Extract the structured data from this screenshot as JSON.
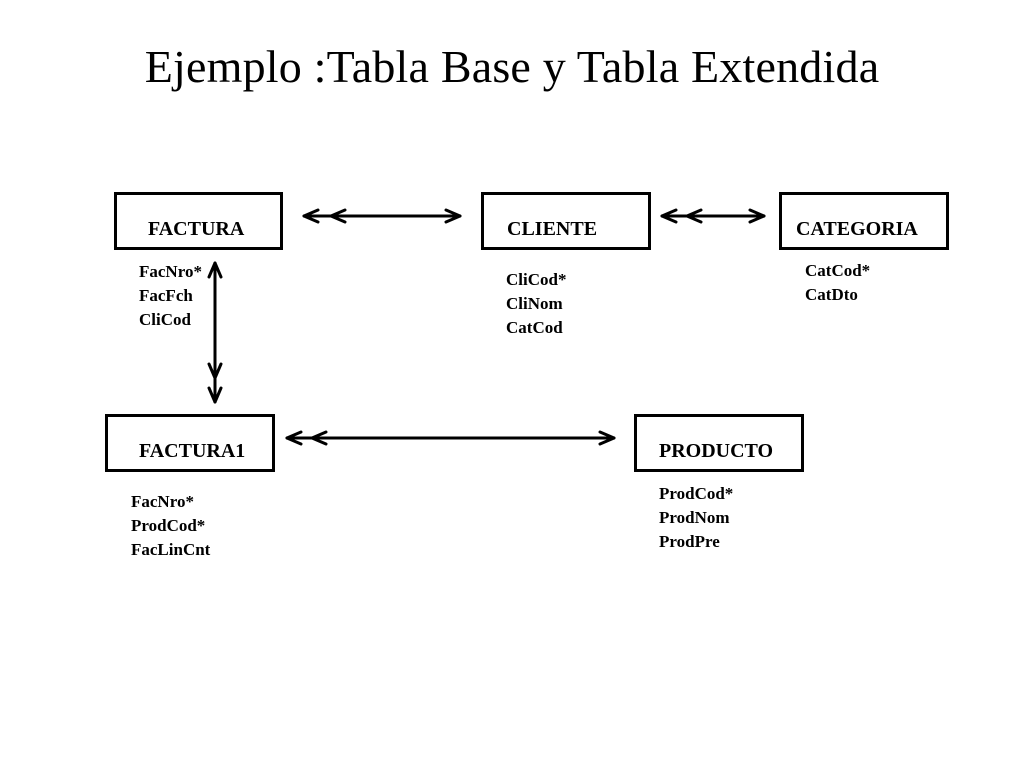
{
  "title": "Ejemplo :Tabla Base y Tabla Extendida",
  "entities": {
    "factura": {
      "name": "FACTURA",
      "attributes": [
        "FacNro*",
        "FacFch",
        "CliCod"
      ]
    },
    "cliente": {
      "name": "CLIENTE",
      "attributes": [
        "CliCod*",
        "CliNom",
        "CatCod"
      ]
    },
    "categoria": {
      "name": "CATEGORIA",
      "attributes": [
        "CatCod*",
        "CatDto"
      ]
    },
    "factura1": {
      "name": "FACTURA1",
      "attributes": [
        "FacNro*",
        "ProdCod*",
        "FacLinCnt"
      ]
    },
    "producto": {
      "name": "PRODUCTO",
      "attributes": [
        "ProdCod*",
        "ProdNom",
        "ProdPre"
      ]
    }
  },
  "relationships": [
    {
      "from": "FACTURA",
      "to": "CLIENTE"
    },
    {
      "from": "CLIENTE",
      "to": "CATEGORIA"
    },
    {
      "from": "FACTURA",
      "to": "FACTURA1"
    },
    {
      "from": "FACTURA1",
      "to": "PRODUCTO"
    }
  ]
}
